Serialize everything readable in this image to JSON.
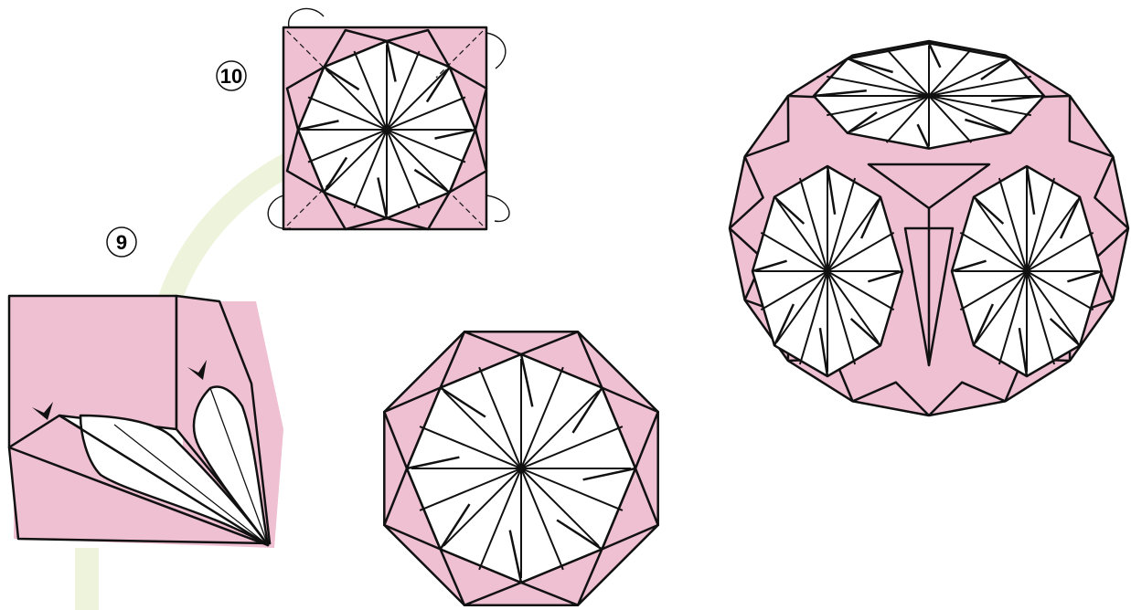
{
  "diagram": {
    "steps": [
      {
        "number": "9"
      },
      {
        "number": "10"
      }
    ],
    "colors": {
      "paper_color": "#efbfd2",
      "paper_back": "#ffffff",
      "path_band": "#eef3dc",
      "line": "#111111"
    },
    "medallion_rays": 16,
    "icons": [
      "fold-arrow-icon",
      "valley-fold-arrowhead-icon",
      "mountain-fold-arrow-icon"
    ]
  }
}
